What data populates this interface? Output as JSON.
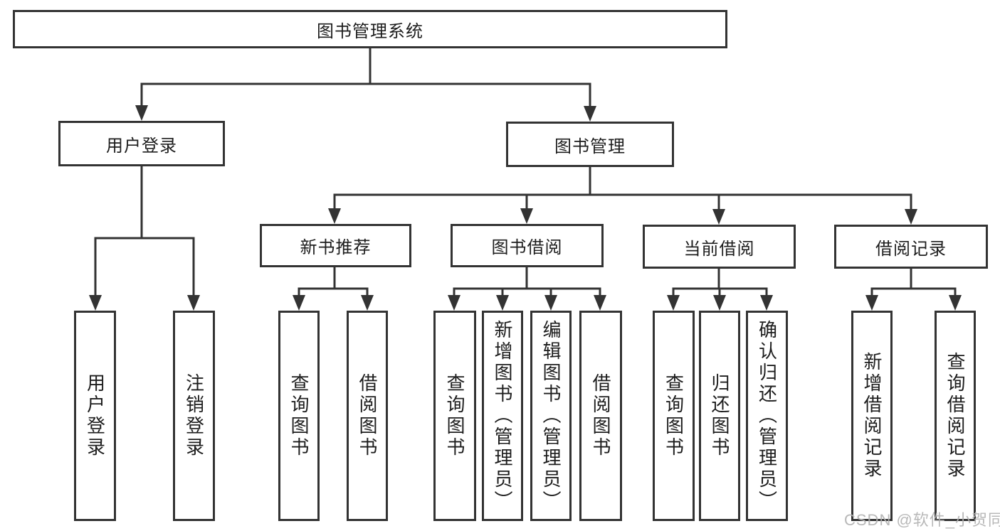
{
  "diagram": {
    "root_label": "图书管理系统",
    "level2": [
      {
        "label": "用户登录"
      },
      {
        "label": "图书管理"
      }
    ],
    "level3": [
      {
        "label": "新书推荐"
      },
      {
        "label": "图书借阅"
      },
      {
        "label": "当前借阅"
      },
      {
        "label": "借阅记录"
      }
    ],
    "leaf_groups": [
      {
        "parent": "用户登录",
        "items": [
          "用户登录",
          "注销登录"
        ]
      },
      {
        "parent": "新书推荐",
        "items": [
          "查询图书",
          "借阅图书"
        ]
      },
      {
        "parent": "图书借阅",
        "items": [
          "查询图书",
          "新增图书（管理员）",
          "编辑图书（管理员）",
          "借阅图书"
        ]
      },
      {
        "parent": "当前借阅",
        "items": [
          "查询图书",
          "归还图书",
          "确认归还（管理员）"
        ]
      },
      {
        "parent": "借阅记录",
        "items": [
          "新增借阅记录",
          "查询借阅记录"
        ]
      }
    ]
  },
  "watermark": {
    "text": "CSDN @软件_小贺同学"
  },
  "colors": {
    "line": "#333333",
    "text": "#1d1d1d",
    "watermark": "#b2b2b2",
    "background": "#ffffff"
  }
}
